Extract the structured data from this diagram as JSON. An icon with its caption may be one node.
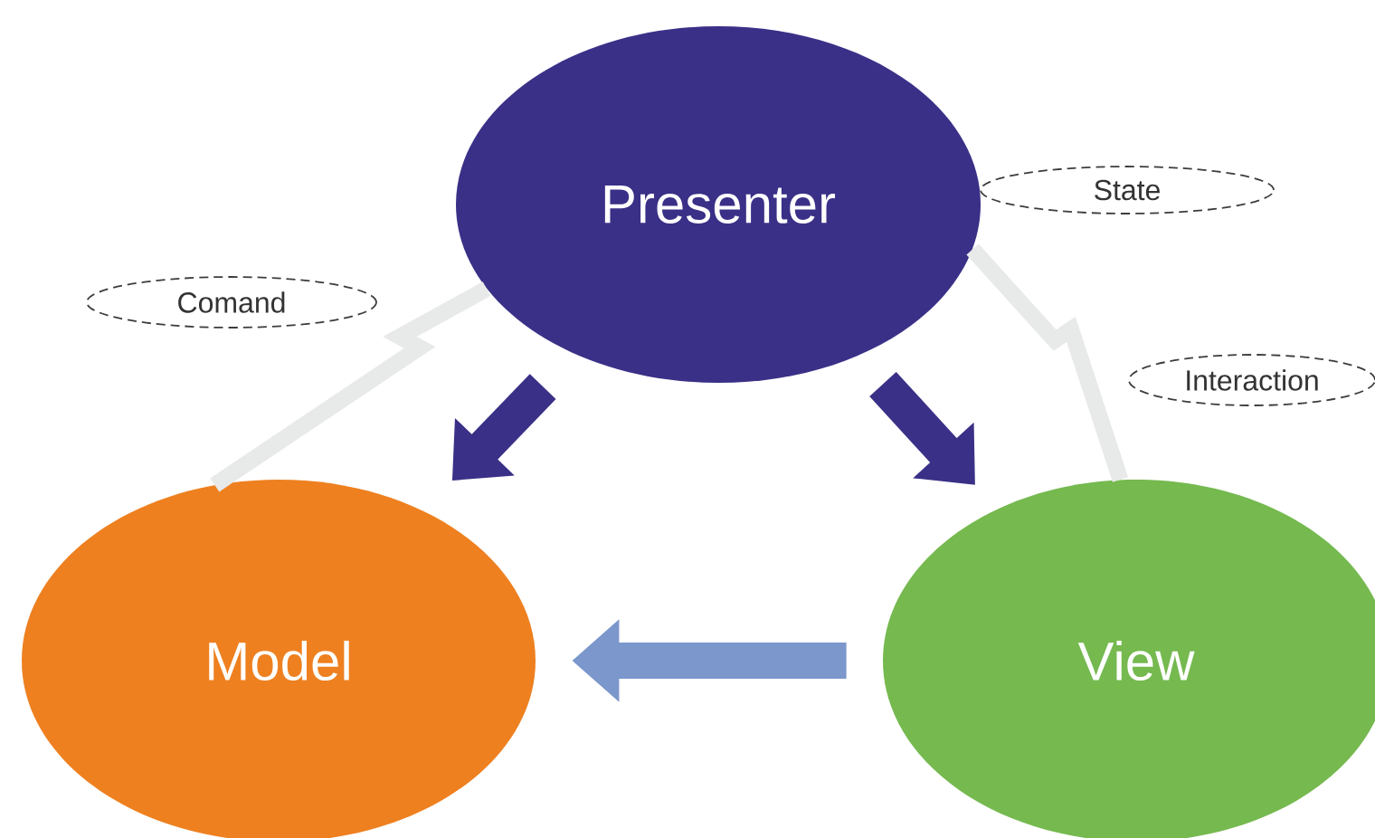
{
  "diagram": {
    "nodes": [
      {
        "text": [
          "Presenter"
        ]
      },
      {
        "text": [
          "Model"
        ]
      },
      {
        "text": [
          "View"
        ]
      },
      {
        "text": [
          "Comand"
        ]
      },
      {
        "text": [
          "State"
        ]
      },
      {
        "text": [
          "Interaction"
        ]
      }
    ],
    "edges": [
      {
        "from": 0,
        "to": 1,
        "arrow": "to"
      },
      {
        "from": 0,
        "to": 2,
        "arrow": "to"
      },
      {
        "from": 2,
        "to": 1,
        "arrow": "to",
        "color": "#7b97cc"
      },
      {
        "from": 1,
        "to": 0,
        "arrow": "none",
        "color": "#e8e9e9"
      },
      {
        "from": 2,
        "to": 0,
        "arrow": "none",
        "color": "#e8e9e9"
      }
    ]
  }
}
